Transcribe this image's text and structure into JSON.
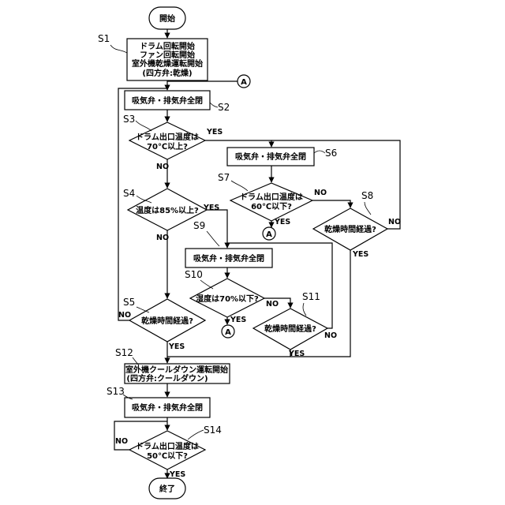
{
  "nodes": {
    "start": "開始",
    "s1_l1": "ドラム回転開始",
    "s1_l2": "ファン回転開始",
    "s1_l3": "室外機乾燥運転開始",
    "s1_l4": "(四方弁:乾燥)",
    "s2": "吸気弁・排気弁全閉",
    "s3_l1": "ドラム出口温度は",
    "s3_l2": "70℃以上?",
    "s4": "温度は85%以上?",
    "s5": "乾燥時間経過?",
    "s6": "吸気弁・排気弁全閉",
    "s7_l1": "ドラム出口温度は",
    "s7_l2": "60℃以下?",
    "s8": "乾燥時間経過?",
    "s9": "吸気弁・排気弁全閉",
    "s10": "湿度は70%以下?",
    "s11": "乾燥時間経過?",
    "s12_l1": "室外機クールダウン運転開始",
    "s12_l2": "(四方弁:クールダウン)",
    "s13": "吸気弁・排気弁全閉",
    "s14_l1": "ドラム出口温度は",
    "s14_l2": "50℃以下?",
    "end": "終了"
  },
  "steps": {
    "s1": "S1",
    "s2": "S2",
    "s3": "S3",
    "s4": "S4",
    "s5": "S5",
    "s6": "S6",
    "s7": "S7",
    "s8": "S8",
    "s9": "S9",
    "s10": "S10",
    "s11": "S11",
    "s12": "S12",
    "s13": "S13",
    "s14": "S14"
  },
  "labels": {
    "yes": "YES",
    "no": "NO",
    "connector": "A"
  }
}
